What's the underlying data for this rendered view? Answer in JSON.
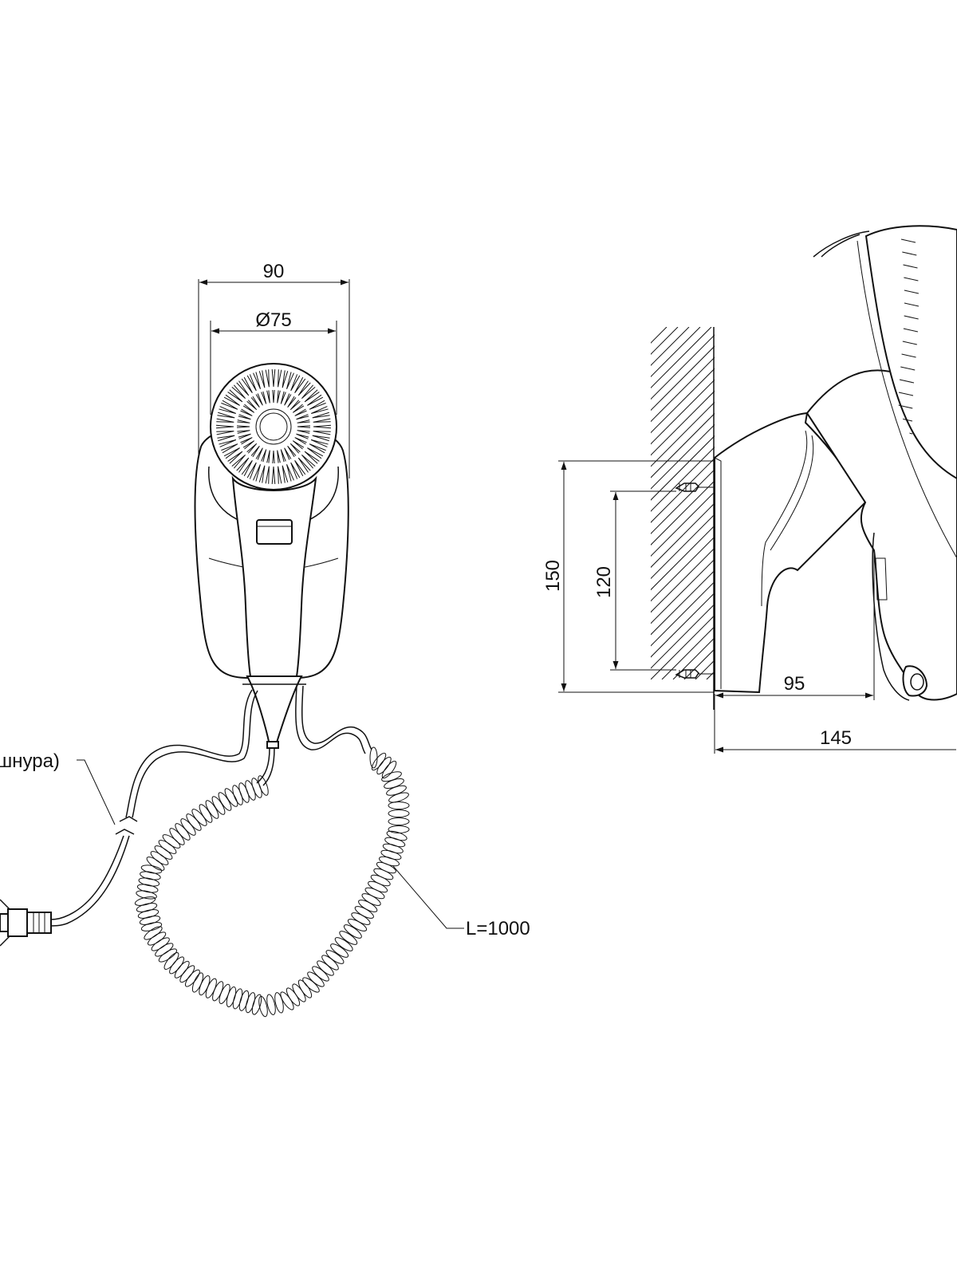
{
  "dimensions": {
    "width_total": "90",
    "grille_diameter": "Ø75",
    "mount_height": "150",
    "screw_spacing": "120",
    "depth_body": "95",
    "depth_total": "145",
    "cord_length": "L=1000",
    "cord_note_partial": "шнура)"
  },
  "colors": {
    "line": "#111111",
    "background": "#ffffff"
  }
}
